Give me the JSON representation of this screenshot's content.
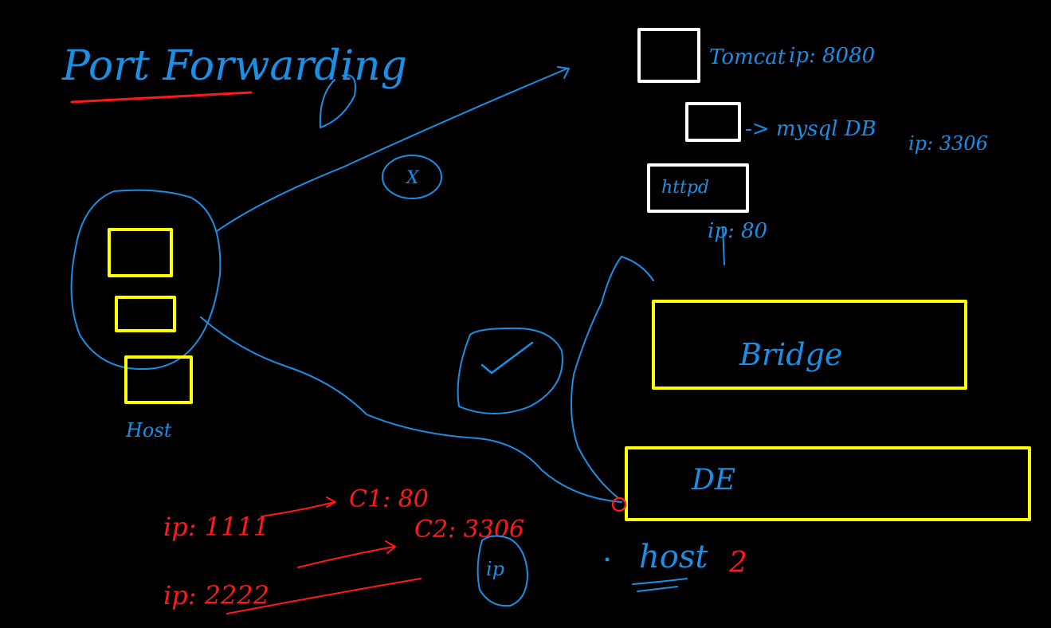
{
  "colors": {
    "background": "#000000",
    "blue_ink": "#1b8fe6",
    "red_ink": "#ff1a1a",
    "white_ink": "#ffffff",
    "yellow_ink": "#ffff00"
  },
  "heading": {
    "title": "Port Forwarding"
  },
  "containers": {
    "tomcat": "Tomcat",
    "tomcat_ip": "ip: 8080",
    "mysql": "-> mysql DB",
    "mysql_ip": "ip: 3306",
    "httpd": "httpd",
    "httpd_ip": "ip: 80"
  },
  "marks": {
    "cross": "X",
    "check": "✓"
  },
  "host_label": "Host",
  "networks": {
    "bridge": "Bridge",
    "de": "DE"
  },
  "host_bottom": {
    "label": "host",
    "suffix": "2"
  },
  "mappings": {
    "ip1": "ip: 1111",
    "c1": "C1: 80",
    "ip2": "ip: 2222",
    "c2": "C2: 3306",
    "ip_circle": "ip"
  }
}
